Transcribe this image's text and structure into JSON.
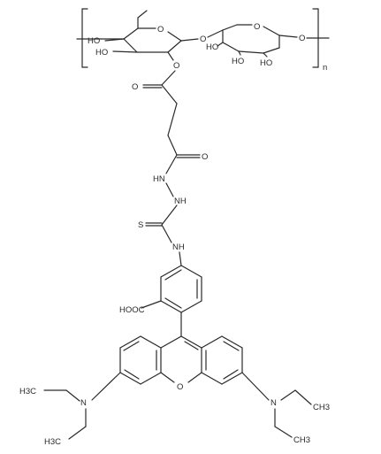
{
  "labels": {
    "ho1": "HO",
    "ho2": "HO",
    "ho3": "HO",
    "ho4": "HO",
    "ho5": "HO",
    "o_ring1": "O",
    "o_glyco": "O",
    "o_ring2": "O",
    "o_ester": "O",
    "n_repeat": "n",
    "o_keto1": "O",
    "o_keto2": "O",
    "hn1": "HN",
    "nh1": "NH",
    "s": "S",
    "nh2": "NH",
    "hooc": "HOOC",
    "o_xan": "O",
    "n_left": "N",
    "n_right": "N",
    "ch3_tl": "H3C",
    "ch3_bl": "H3C",
    "ch3_tr": "CH3",
    "ch3_br": "CH3"
  }
}
